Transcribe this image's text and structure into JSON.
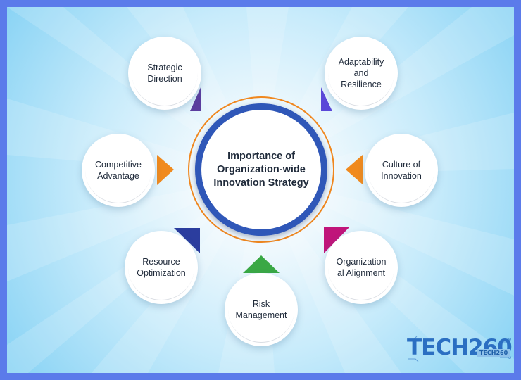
{
  "center": {
    "title_line1": "Importance of",
    "title_line2": "Organization-wide",
    "title_line3": "Innovation Strategy"
  },
  "nodes": [
    {
      "id": "strategic-direction",
      "line1": "Strategic",
      "line2": "Direction",
      "line3": "",
      "accent": "#5b3d9e"
    },
    {
      "id": "adaptability-and-resilience",
      "line1": "Adaptability",
      "line2": "and",
      "line3": "Resilience",
      "accent": "#5a48d8"
    },
    {
      "id": "culture-of-innovation",
      "line1": "Culture of",
      "line2": "Innovation",
      "line3": "",
      "accent": "#f08a1e"
    },
    {
      "id": "organizational-alignment",
      "line1": "Organization",
      "line2": "al Alignment",
      "line3": "",
      "accent": "#c0157a"
    },
    {
      "id": "risk-management",
      "line1": "Risk",
      "line2": "Management",
      "line3": "",
      "accent": "#3aa845"
    },
    {
      "id": "resource-optimization",
      "line1": "Resource",
      "line2": "Optimization",
      "line3": "",
      "accent": "#2b3d9e"
    },
    {
      "id": "competitive-advantage",
      "line1": "Competitive",
      "line2": "Advantage",
      "line3": "",
      "accent": "#f08a1e"
    }
  ],
  "colors": {
    "page_border": "#5b7bea",
    "center_ring": "#f0871e",
    "center_disc": "#2f57b8",
    "logo": "#2b6fc2"
  },
  "logo": {
    "text": "TECH260",
    "badge": "TECH260"
  }
}
